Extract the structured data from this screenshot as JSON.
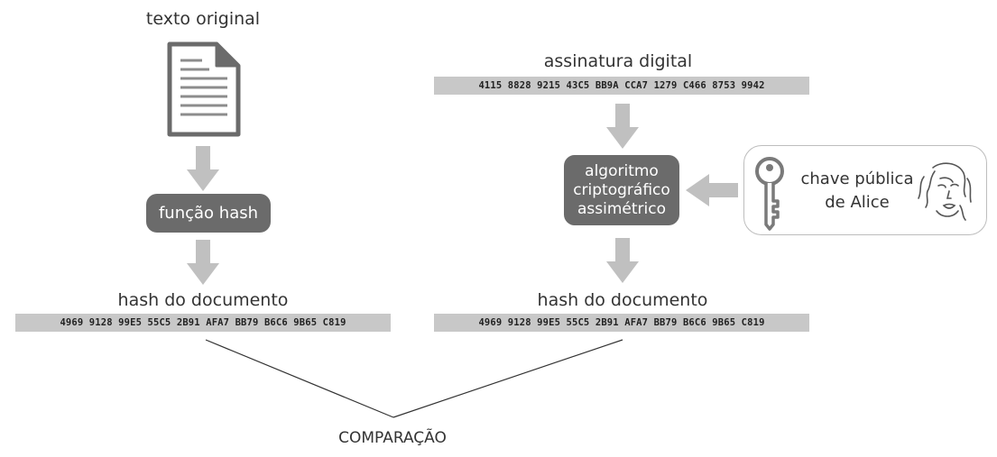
{
  "left": {
    "title": "texto original",
    "hash_fn": "função hash",
    "hash_label": "hash do documento",
    "hash_value": "4969 9128 99E5 55C5 2B91 AFA7 BB79 B6C6 9B65 C819"
  },
  "right": {
    "title": "assinatura digital",
    "signature_value": "4115 8828 9215 43C5 BB9A CCA7 1279 C466 8753 9942",
    "algorithm": [
      "algoritmo",
      "criptográfico",
      "assimétrico"
    ],
    "key_label": [
      "chave pública",
      "de Alice"
    ],
    "hash_label": "hash do documento",
    "hash_value": "4969 9128 99E5 55C5 2B91 AFA7 BB79 B6C6 9B65 C819"
  },
  "comparison": "COMPARAÇÃO",
  "colors": {
    "arrow": "#c0c0c0",
    "pill": "#6b6b6b",
    "hashbar": "#c8c8c8"
  },
  "icons": [
    "document-icon",
    "key-icon",
    "alice-face-icon"
  ]
}
